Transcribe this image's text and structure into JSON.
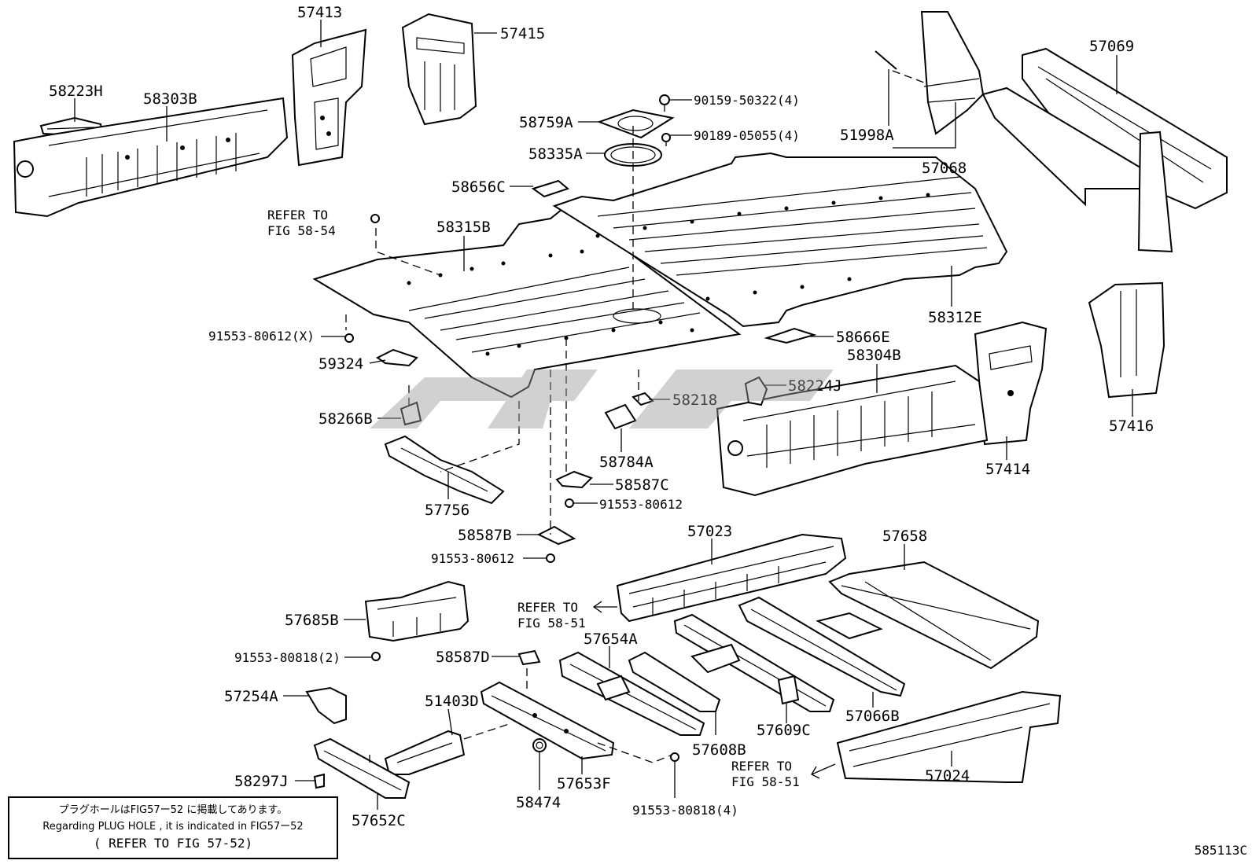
{
  "parts": {
    "p58223H": "58223H",
    "p58303B": "58303B",
    "p57413": "57413",
    "p57415": "57415",
    "p58759A": "58759A",
    "p58335A": "58335A",
    "p90159": "90159-50322(4)",
    "p90189": "90189-05055(4)",
    "p58656C": "58656C",
    "p51998A": "51998A",
    "p57068": "57068",
    "p57069": "57069",
    "p58315B": "58315B",
    "p58312E": "58312E",
    "p91553_X": "91553-80612(X)",
    "p59324": "59324",
    "p58666E": "58666E",
    "p58304B": "58304B",
    "p58224J": "58224J",
    "p58218": "58218",
    "p58266B": "58266B",
    "p58784A": "58784A",
    "p58587C": "58587C",
    "p91553_a": "91553-80612",
    "p57756": "57756",
    "p58587B": "58587B",
    "p91553_b": "91553-80612",
    "p57414": "57414",
    "p57416": "57416",
    "p57023": "57023",
    "p57658": "57658",
    "p57685B": "57685B",
    "p91553_818_2": "91553-80818(2)",
    "p58587D": "58587D",
    "p57654A": "57654A",
    "p57254A": "57254A",
    "p51403D": "51403D",
    "p57608B": "57608B",
    "p57609C": "57609C",
    "p57066B": "57066B",
    "p58297J": "58297J",
    "p58474": "58474",
    "p57653F": "57653F",
    "p91553_818_4": "91553-80818(4)",
    "p57024": "57024",
    "p57652C": "57652C"
  },
  "refs": {
    "refer_to": "REFER TO",
    "fig_58_54": "FIG 58-54",
    "fig_58_51": "FIG 58-51"
  },
  "note": {
    "line1": "プラグホールはFIG57ー52 に掲載してあります。",
    "line2": "Regarding PLUG HOLE , it is indicated in FIG57ー52",
    "line3": "( REFER TO FIG 57-52)"
  },
  "figure_code": "585113C"
}
